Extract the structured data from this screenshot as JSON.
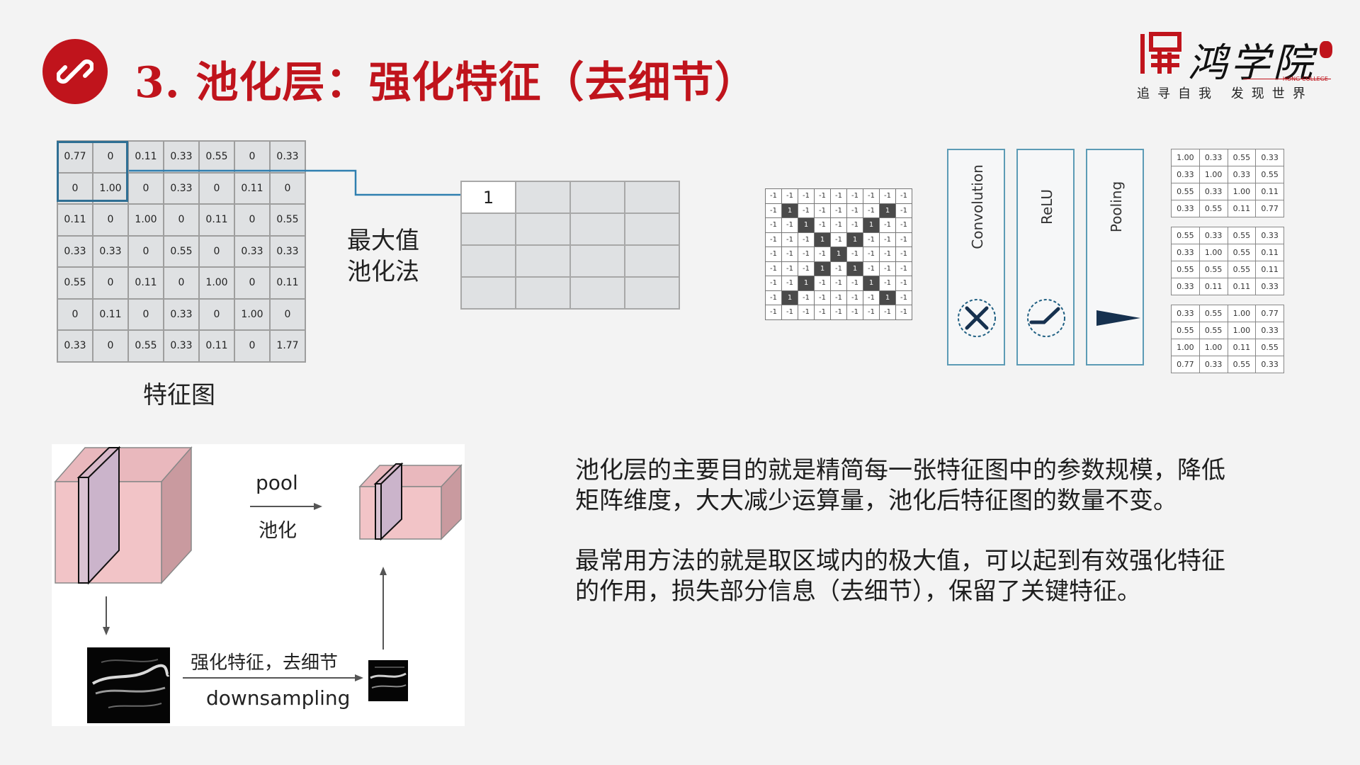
{
  "header": {
    "title": "3. 池化层：强化特征（去细节）",
    "icon": "link-icon",
    "accent_color": "#c0141c"
  },
  "logo": {
    "name": "鸿学院",
    "english": "HONG COLLEGE",
    "slogan": "追寻自我 发现世界"
  },
  "feature_map": {
    "label": "特征图",
    "rows": [
      [
        "0.77",
        "0",
        "0.11",
        "0.33",
        "0.55",
        "0",
        "0.33"
      ],
      [
        "0",
        "1.00",
        "0",
        "0.33",
        "0",
        "0.11",
        "0"
      ],
      [
        "0.11",
        "0",
        "1.00",
        "0",
        "0.11",
        "0",
        "0.55"
      ],
      [
        "0.33",
        "0.33",
        "0",
        "0.55",
        "0",
        "0.33",
        "0.33"
      ],
      [
        "0.55",
        "0",
        "0.11",
        "0",
        "1.00",
        "0",
        "0.11"
      ],
      [
        "0",
        "0.11",
        "0",
        "0.33",
        "0",
        "1.00",
        "0"
      ],
      [
        "0.33",
        "0",
        "0.55",
        "0.33",
        "0.11",
        "0",
        "1.77"
      ]
    ]
  },
  "max_pooling": {
    "label_line1": "最大值",
    "label_line2": "池化法",
    "output_first_value": "1"
  },
  "pipeline": {
    "input_grid": [
      [
        "-1",
        "-1",
        "-1",
        "-1",
        "-1",
        "-1",
        "-1",
        "-1",
        "-1"
      ],
      [
        "-1",
        "1",
        "-1",
        "-1",
        "-1",
        "-1",
        "-1",
        "1",
        "-1"
      ],
      [
        "-1",
        "-1",
        "1",
        "-1",
        "-1",
        "-1",
        "1",
        "-1",
        "-1"
      ],
      [
        "-1",
        "-1",
        "-1",
        "1",
        "-1",
        "1",
        "-1",
        "-1",
        "-1"
      ],
      [
        "-1",
        "-1",
        "-1",
        "-1",
        "1",
        "-1",
        "-1",
        "-1",
        "-1"
      ],
      [
        "-1",
        "-1",
        "-1",
        "1",
        "-1",
        "1",
        "-1",
        "-1",
        "-1"
      ],
      [
        "-1",
        "-1",
        "1",
        "-1",
        "-1",
        "-1",
        "1",
        "-1",
        "-1"
      ],
      [
        "-1",
        "1",
        "-1",
        "-1",
        "-1",
        "-1",
        "-1",
        "1",
        "-1"
      ],
      [
        "-1",
        "-1",
        "-1",
        "-1",
        "-1",
        "-1",
        "-1",
        "-1",
        "-1"
      ]
    ],
    "stages": [
      {
        "label": "Convolution",
        "icon": "multiply-icon"
      },
      {
        "label": "ReLU",
        "icon": "relu-icon"
      },
      {
        "label": "Pooling",
        "icon": "pooling-triangle-icon"
      }
    ],
    "outputs": [
      [
        [
          "1.00",
          "0.33",
          "0.55",
          "0.33"
        ],
        [
          "0.33",
          "1.00",
          "0.33",
          "0.55"
        ],
        [
          "0.55",
          "0.33",
          "1.00",
          "0.11"
        ],
        [
          "0.33",
          "0.55",
          "0.11",
          "0.77"
        ]
      ],
      [
        [
          "0.55",
          "0.33",
          "0.55",
          "0.33"
        ],
        [
          "0.33",
          "1.00",
          "0.55",
          "0.11"
        ],
        [
          "0.55",
          "0.55",
          "0.55",
          "0.11"
        ],
        [
          "0.33",
          "0.11",
          "0.11",
          "0.33"
        ]
      ],
      [
        [
          "0.33",
          "0.55",
          "1.00",
          "0.77"
        ],
        [
          "0.55",
          "0.55",
          "1.00",
          "0.33"
        ],
        [
          "1.00",
          "1.00",
          "0.11",
          "0.55"
        ],
        [
          "0.77",
          "0.33",
          "0.55",
          "0.33"
        ]
      ]
    ]
  },
  "illustration": {
    "pool_en": "pool",
    "pool_zh": "池化",
    "caption_zh": "强化特征，去细节",
    "caption_en": "downsampling"
  },
  "paragraphs": [
    {
      "line1": "池化层的主要目的就是精简每一张特征图中的参数规模，降低",
      "line2": "矩阵维度，大大减少运算量，池化后特征图的数量不变。"
    },
    {
      "line1": "最常用方法的就是取区域内的极大值，可以起到有效强化特征",
      "line2": "的作用，损失部分信息（去细节），保留了关键特征。"
    }
  ]
}
